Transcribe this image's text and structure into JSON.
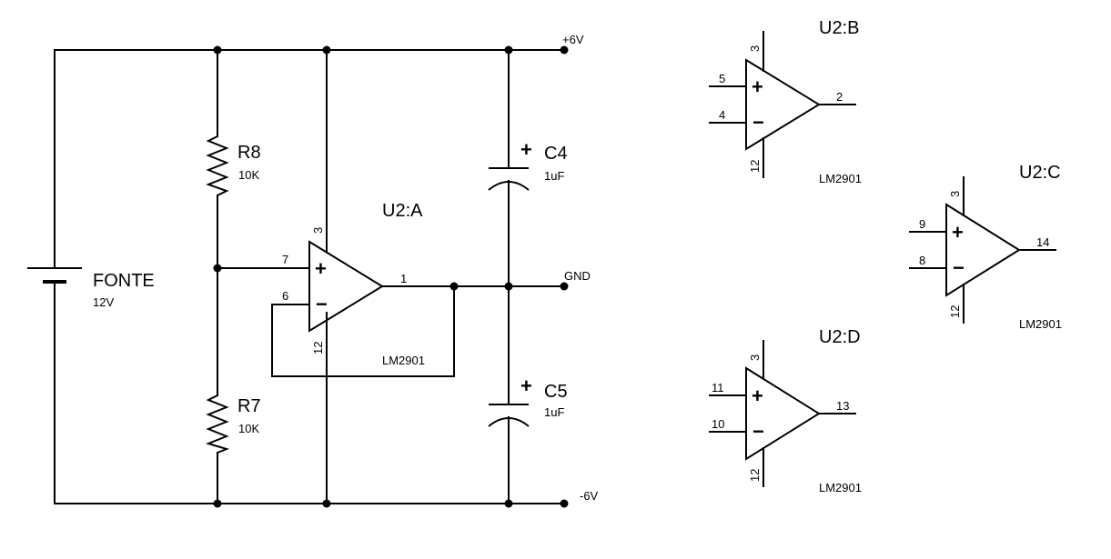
{
  "power": {
    "positive_label": "+6V",
    "ground_label": "GND",
    "negative_label": "-6V"
  },
  "battery": {
    "name": "FONTE",
    "value": "12V"
  },
  "resistors": [
    {
      "name": "R8",
      "value": "10K"
    },
    {
      "name": "R7",
      "value": "10K"
    }
  ],
  "capacitors": [
    {
      "name": "C4",
      "value": "1uF"
    },
    {
      "name": "C5",
      "value": "1uF"
    }
  ],
  "polarity": {
    "plus": "+",
    "minus": "−"
  },
  "opamps": {
    "a": {
      "name": "U2:A",
      "part": "LM2901",
      "pin_plus": "7",
      "pin_minus": "6",
      "pin_out": "1",
      "pin_vcc": "3",
      "pin_gnd": "12"
    },
    "b": {
      "name": "U2:B",
      "part": "LM2901",
      "pin_plus": "5",
      "pin_minus": "4",
      "pin_out": "2",
      "pin_vcc": "3",
      "pin_gnd": "12"
    },
    "c": {
      "name": "U2:C",
      "part": "LM2901",
      "pin_plus": "9",
      "pin_minus": "8",
      "pin_out": "14",
      "pin_vcc": "3",
      "pin_gnd": "12"
    },
    "d": {
      "name": "U2:D",
      "part": "LM2901",
      "pin_plus": "11",
      "pin_minus": "10",
      "pin_out": "13",
      "pin_vcc": "3",
      "pin_gnd": "12"
    }
  }
}
